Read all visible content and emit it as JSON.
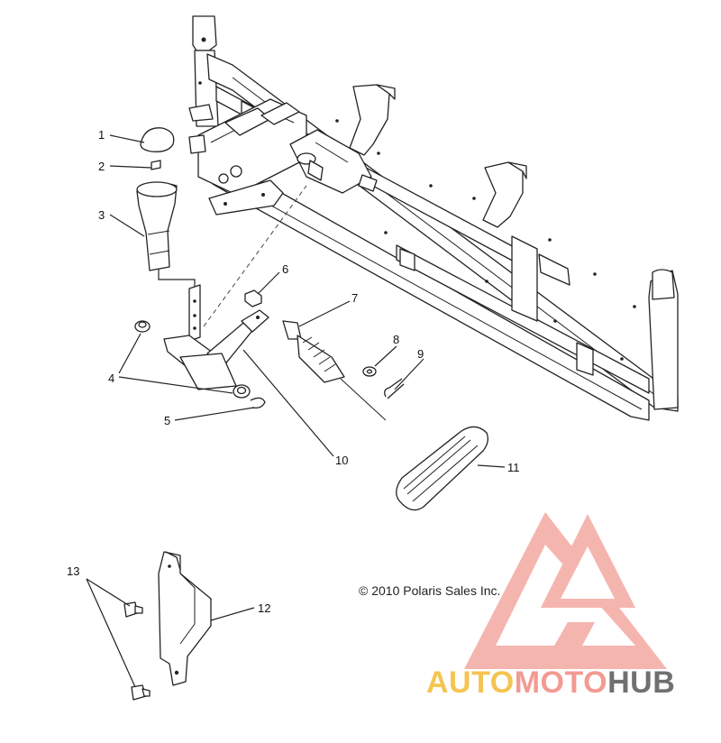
{
  "diagram": {
    "callouts": [
      "1",
      "2",
      "3",
      "4",
      "5",
      "6",
      "7",
      "8",
      "9",
      "10",
      "11",
      "12",
      "13"
    ],
    "copyright": "© 2010 Polaris Sales Inc."
  },
  "watermark": {
    "part1": "AUTO",
    "part2": "MOTO",
    "part3": "HUB",
    "colors": {
      "part1": "#f5c451",
      "part2": "#f29b93",
      "part3": "#707070",
      "logo": "#f29b93"
    }
  }
}
